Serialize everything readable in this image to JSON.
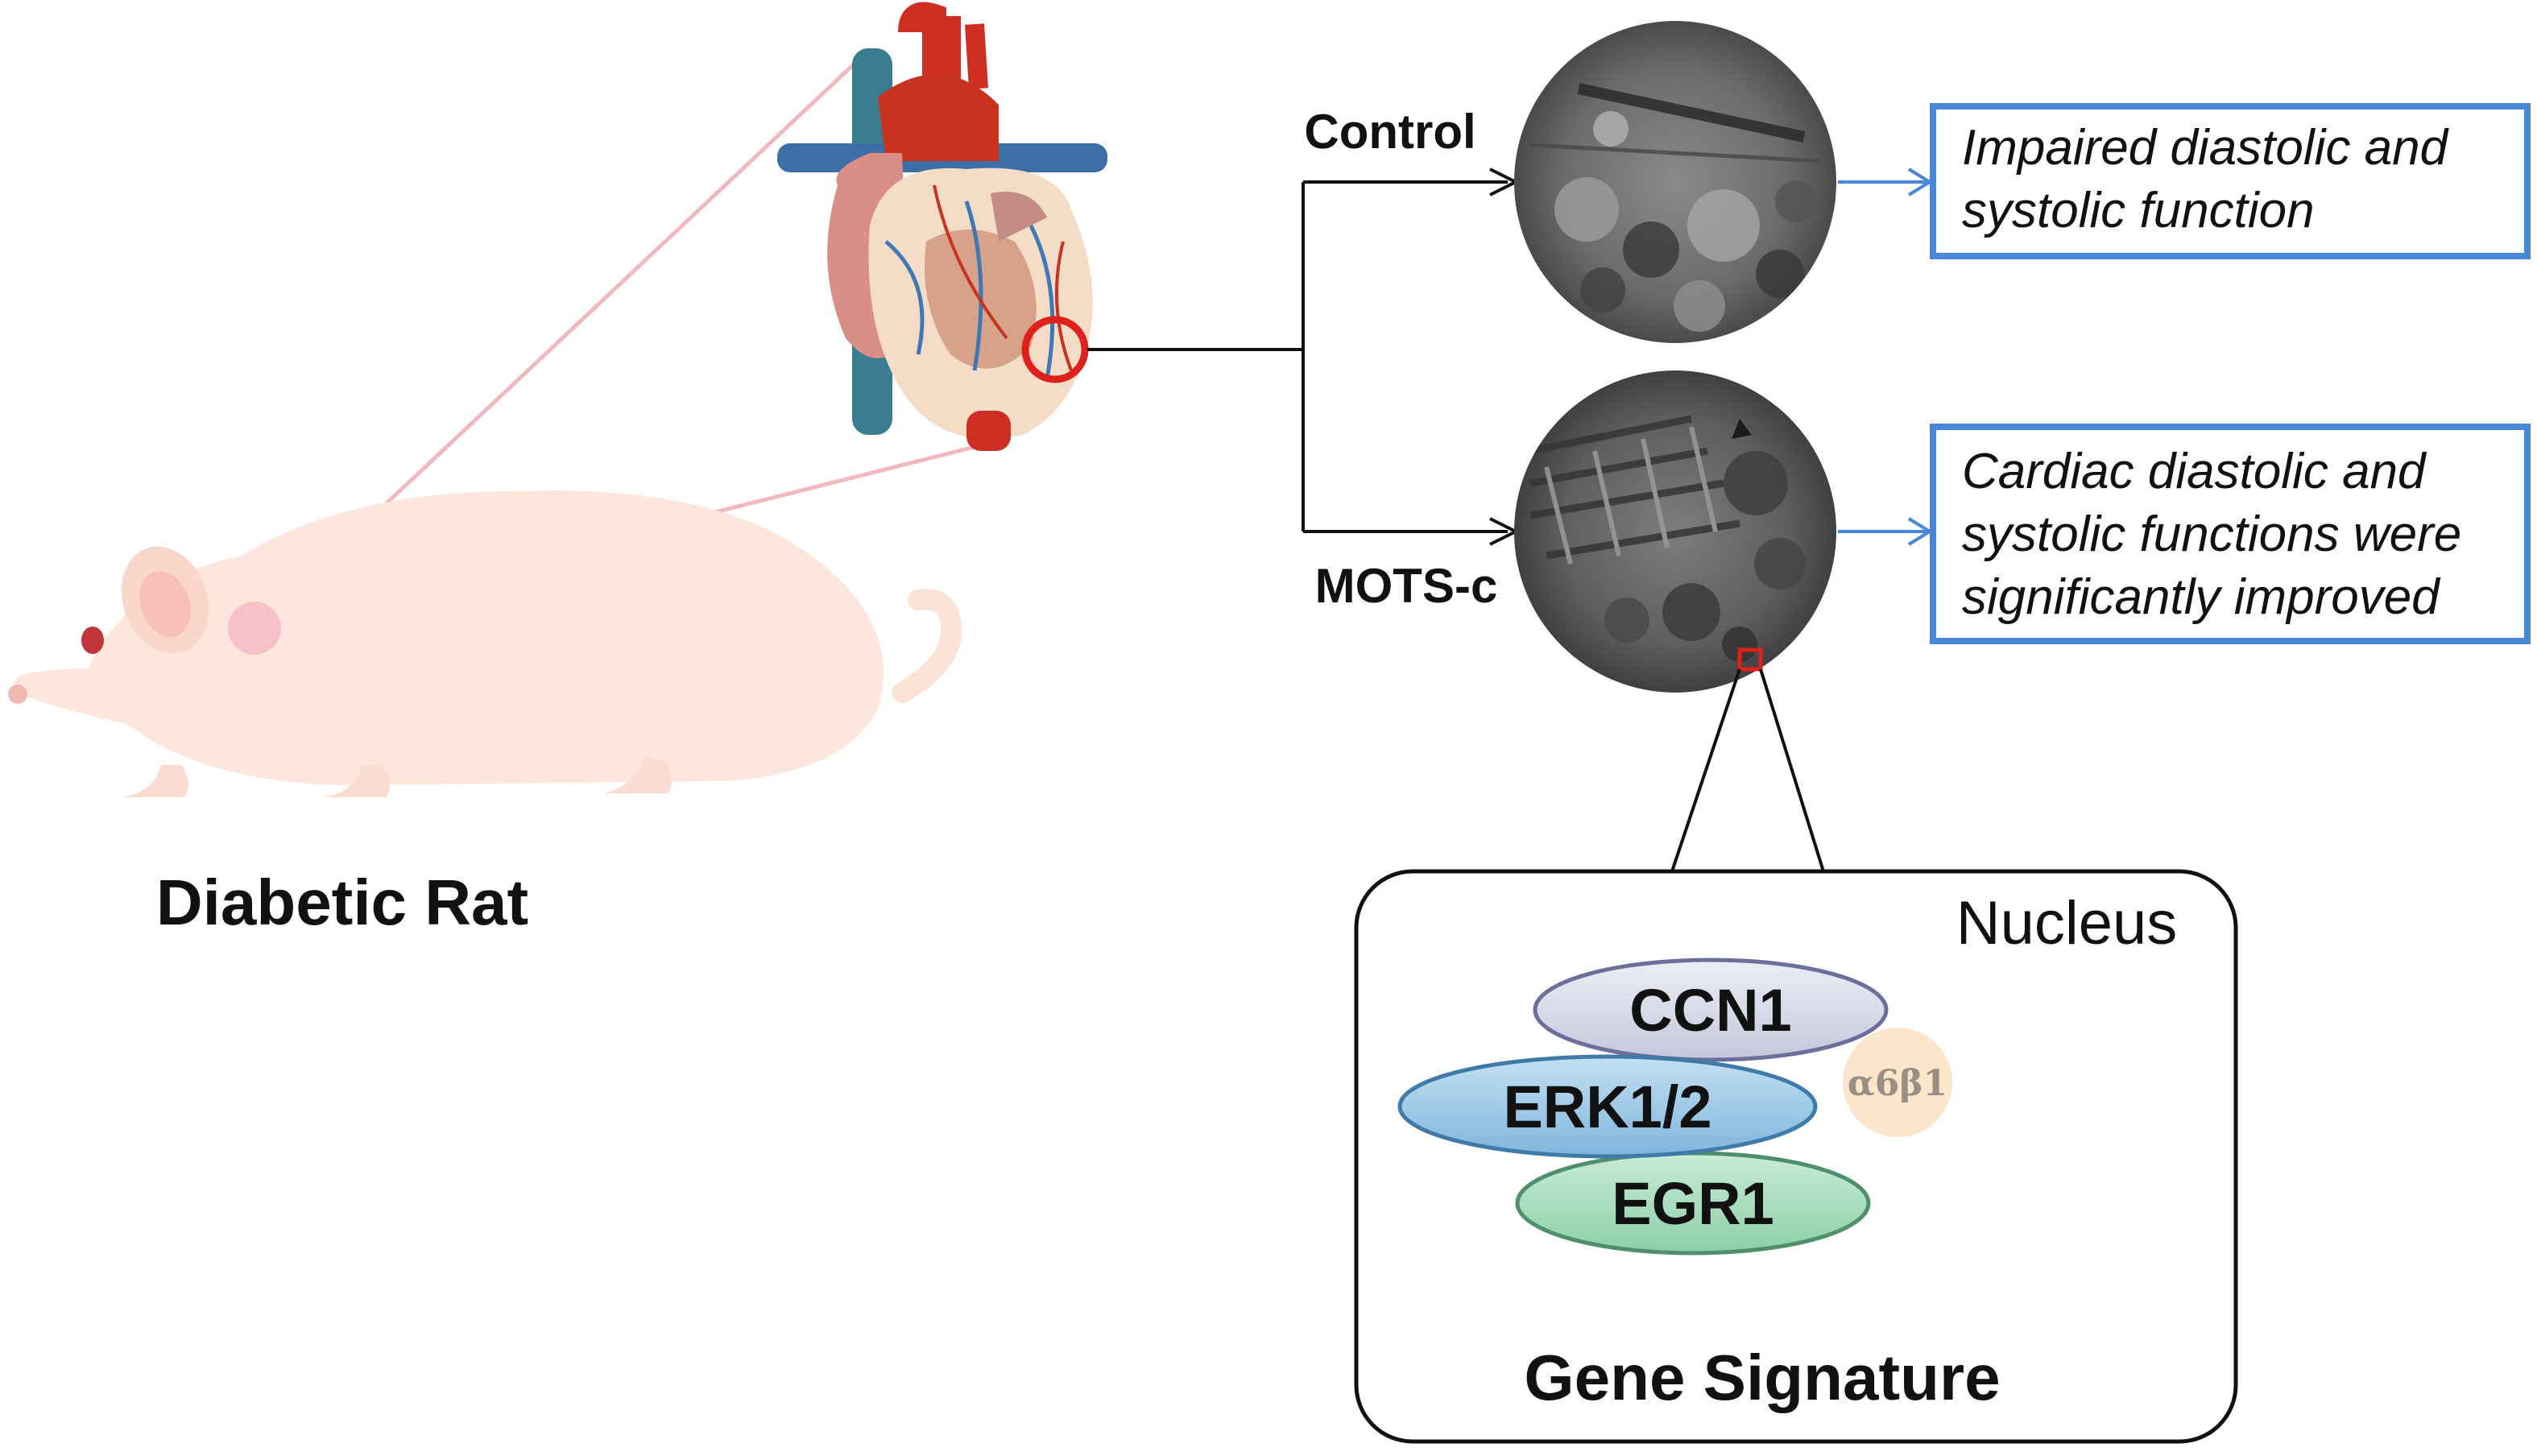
{
  "labels": {
    "rat": "Diabetic Rat",
    "control": "Control",
    "mots_c": "MOTS-c",
    "nucleus": "Nucleus",
    "gene_signature": "Gene Signature"
  },
  "outcomes": {
    "control_lines": [
      "Impaired diastolic and",
      "systolic function"
    ],
    "mots_lines": [
      "Cardiac diastolic and",
      "systolic functions were",
      "significantly improved"
    ]
  },
  "genes": {
    "ccn1": "CCN1",
    "erk": "ERK1/2",
    "egr1": "EGR1",
    "integrin": "α6β1"
  },
  "colors": {
    "box_border": "#4a86d8",
    "highlight_red": "#e0201b",
    "ccn1_fill": "#d9dbe8",
    "erk_fill": "#9cc8e6",
    "egr1_fill": "#a9dcc0",
    "integrin_fill": "#fbe6cc"
  },
  "icons": [
    "rat-illustration",
    "heart-illustration",
    "micrograph-control",
    "micrograph-mots-c"
  ]
}
